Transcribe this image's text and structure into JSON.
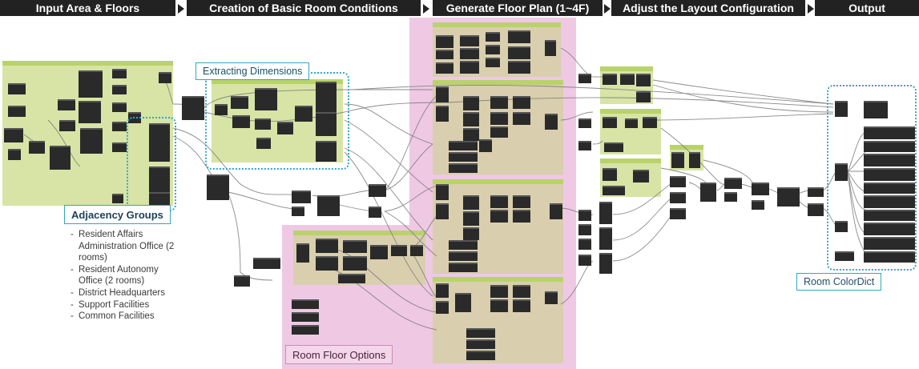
{
  "stages": [
    {
      "label": "Input Area & Floors"
    },
    {
      "label": "Creation of Basic Room Conditions"
    },
    {
      "label": "Generate Floor Plan (1~4F)"
    },
    {
      "label": "Adjust the Layout Configuration"
    },
    {
      "label": "Output"
    }
  ],
  "annotations": {
    "extracting_dimensions": "Extracting Dimensions",
    "adjacency_groups": "Adjacency Groups",
    "room_floor_options": "Room Floor Options",
    "room_colordict": "Room ColorDict"
  },
  "adjacency_group_items": [
    "Resident Affairs Administration Office (2 rooms)",
    "Resident Autonomy Office (2 rooms)",
    "District Headquarters",
    "Support Facilities",
    "Common Facilities"
  ],
  "colors": {
    "header_bg": "#222222",
    "group_green": "#d7e4a6",
    "group_pink": "#efc8e4",
    "group_tan": "#d9cfae",
    "node_dark": "#2a2a2a",
    "callout_blue": "#35a6c3"
  }
}
